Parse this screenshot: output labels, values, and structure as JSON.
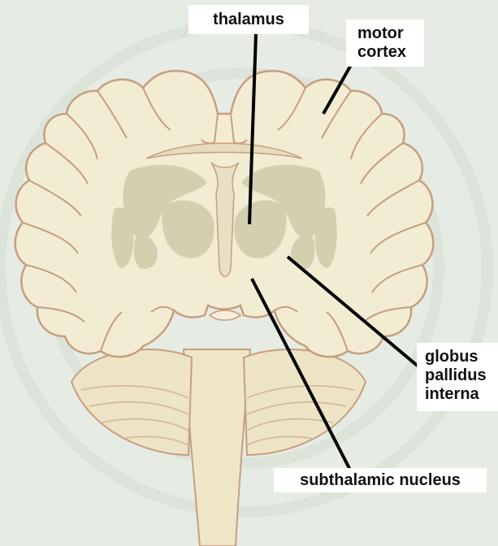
{
  "labels": {
    "thalamus": "thalamus",
    "motor_cortex": [
      "motor",
      "cortex"
    ],
    "globus_pallidus": [
      "globus",
      "pallidus",
      "interna"
    ],
    "subthalamic": "subthalamic nucleus"
  },
  "colors": {
    "background": "#e6ece4",
    "brain_fill": "#f2ecd3",
    "brain_outline": "#c79e80",
    "structure_fill": "#d3d0b0",
    "pointer": "#000000"
  }
}
